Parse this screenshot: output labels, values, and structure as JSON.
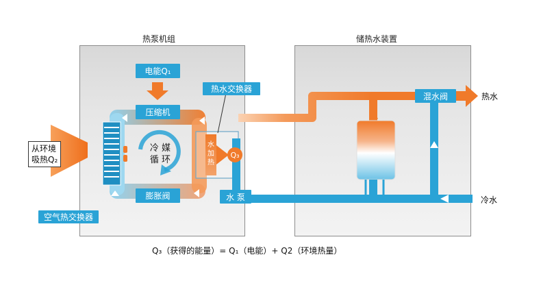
{
  "left_panel": {
    "title": "热泵机组"
  },
  "right_panel": {
    "title": "储热水装置"
  },
  "electric_energy": "电能Q₁",
  "compressor": "压缩机",
  "refrigerant": {
    "line1": "冷 媒",
    "line2": "循 环"
  },
  "expansion_valve": "膨胀阀",
  "air_heat_exchanger": "空气热交换器",
  "ambient_input": {
    "line1": "从环境",
    "line2": "吸热Q₂"
  },
  "water_heat_exchanger": "热水交换器",
  "water_heating": {
    "c1": "水",
    "c2": "加",
    "c3": "热"
  },
  "q3_badge": "Q₃",
  "water_pump": "水 泵",
  "mixing_valve": "混水阀",
  "hot_water": "热水",
  "cold_water": "冷水",
  "formula": "Q₃（获得的能量）= Q₁（电能）+ Q2（环境热量）",
  "colors": {
    "hot": "#f07a2a",
    "cold": "#2aa3d6",
    "panel_border": "#8c8c8c",
    "label_box": "#2aa3d6"
  }
}
